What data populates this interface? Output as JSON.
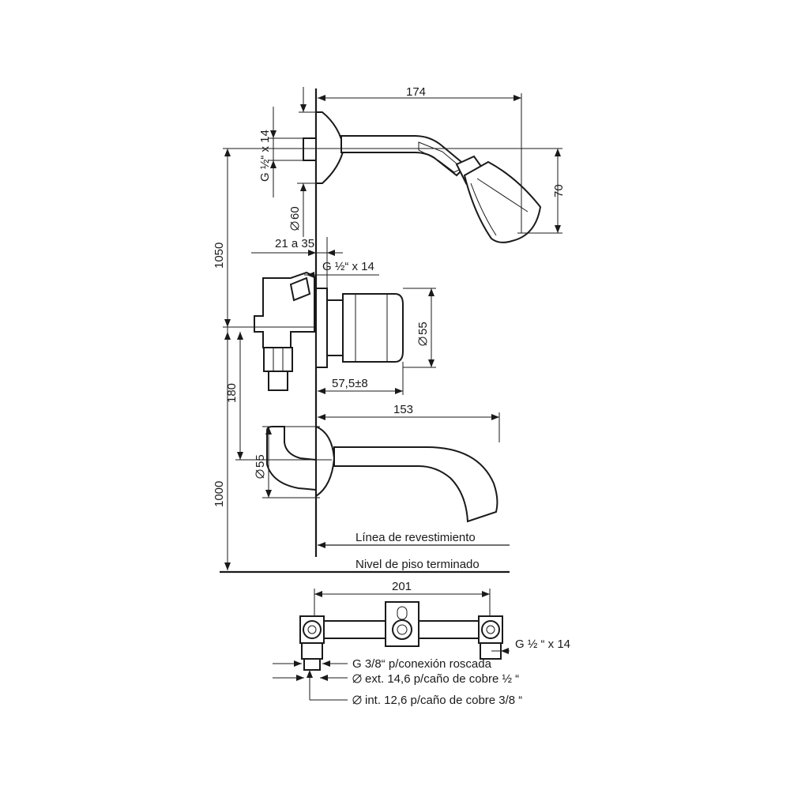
{
  "labels": {
    "dim_174": "174",
    "dim_70": "70",
    "dim_g12x14_vertical": "G ½“ x 14",
    "dim_d60": "60",
    "dim_1050": "1050",
    "dim_21a35": "21 a 35",
    "dim_g12x14_mid": "G ½“ x 14",
    "dim_d55_valve": "55",
    "dim_180": "180",
    "dim_575": "57,5±8",
    "dim_153": "153",
    "dim_d55_spout": "55",
    "dim_1000": "1000",
    "linea_revestimiento": "Línea de revestimiento",
    "nivel_piso": "Nivel de piso terminado",
    "dim_201": "201",
    "g12x14_bottom": "G ½ “ x 14",
    "g38_conexion": "G 3/8“ p/conexión roscada",
    "ext_146": "ext. 14,6 p/caño de cobre ½ “",
    "int_126": "int. 12,6 p/caño de cobre 3/8 “"
  },
  "icons": {
    "diameter": "diameter-symbol-icon"
  },
  "colors": {
    "line": "#1a1a1a",
    "background": "#ffffff"
  }
}
